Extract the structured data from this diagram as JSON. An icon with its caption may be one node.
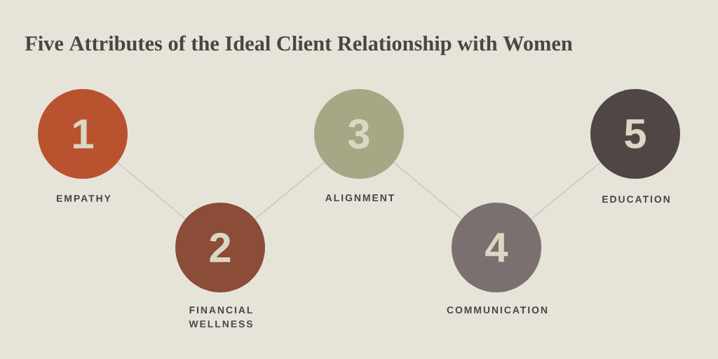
{
  "diagram": {
    "title": "Five Attributes of the Ideal Client Relationship with Women",
    "nodes": [
      {
        "text": [
          "1"
        ],
        "beside": [
          "EMPATHY"
        ]
      },
      {
        "text": [
          "2"
        ],
        "beside": [
          "FINANCIAL WELLNESS"
        ]
      },
      {
        "text": [
          "3"
        ],
        "beside": [
          "ALIGNMENT"
        ]
      },
      {
        "text": [
          "4"
        ],
        "beside": [
          "COMMUNICATION"
        ]
      },
      {
        "text": [
          "5"
        ],
        "beside": [
          "EDUCATION"
        ]
      }
    ],
    "edges": [
      {
        "from": 0,
        "to": 1,
        "arrow": "none"
      },
      {
        "from": 1,
        "to": 2,
        "arrow": "none"
      },
      {
        "from": 2,
        "to": 3,
        "arrow": "none"
      },
      {
        "from": 3,
        "to": 4,
        "arrow": "none"
      }
    ]
  }
}
